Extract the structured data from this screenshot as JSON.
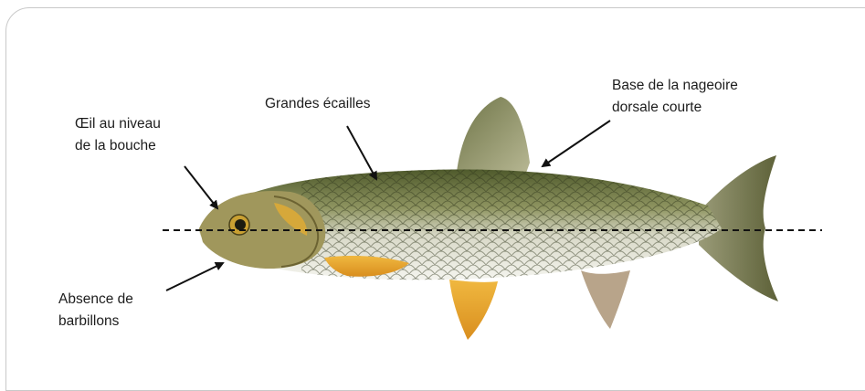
{
  "labels": {
    "eye": {
      "line1": "Œil au niveau",
      "line2": "de la bouche"
    },
    "scales": {
      "line1": "Grandes écailles"
    },
    "dorsal": {
      "line1": "Base de la nageoire",
      "line2": "dorsale courte"
    },
    "barbels": {
      "line1": "Absence de",
      "line2": "barbillons"
    }
  },
  "colors": {
    "body_dark": "#5e6b3a",
    "body_light": "#e8e8dc",
    "fin_olive": "#8a8f62",
    "fin_orange": "#e3a22c",
    "eye_gold": "#c9a032",
    "arrow": "#111111"
  }
}
